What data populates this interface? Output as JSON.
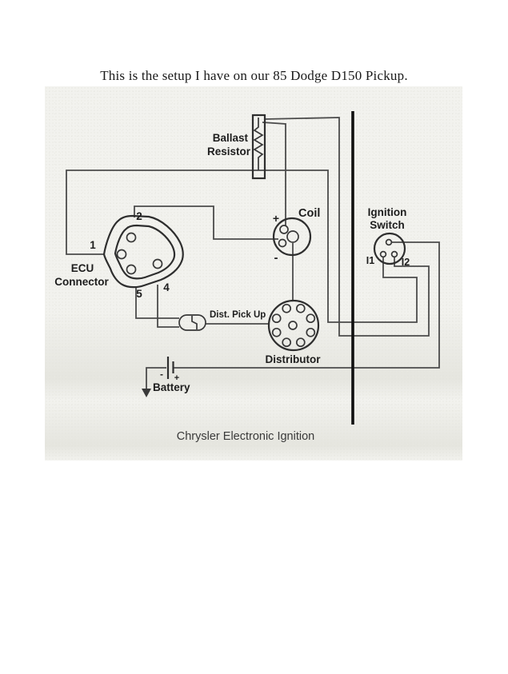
{
  "title": "This is the setup I have on our 85 Dodge D150 Pickup.",
  "caption": "Chrysler Electronic Ignition",
  "components": {
    "ballast_resistor": {
      "label_line1": "Ballast",
      "label_line2": "Resistor"
    },
    "coil": {
      "label": "Coil",
      "plus": "+",
      "minus": "-"
    },
    "ignition_switch": {
      "label_line1": "Ignition",
      "label_line2": "Switch",
      "terminal_left": "I1",
      "terminal_right": "I2"
    },
    "ecu_connector": {
      "label_line1": "ECU",
      "label_line2": "Connector",
      "pins": {
        "pin1": "1",
        "pin2": "2",
        "pin4": "4",
        "pin5": "5"
      }
    },
    "dist_pickup": {
      "label": "Dist. Pick Up"
    },
    "distributor": {
      "label": "Distributor"
    },
    "battery": {
      "label": "Battery",
      "plus": "+",
      "minus": "-"
    }
  },
  "colors": {
    "wire": "#4b4b4b",
    "component_outline": "#2e2e2e",
    "divider_line": "#101010",
    "label_text": "#1d1d1d",
    "caption_text": "#3a3a3a",
    "scan_background": "#f2f2ee",
    "page_background": "#ffffff"
  }
}
